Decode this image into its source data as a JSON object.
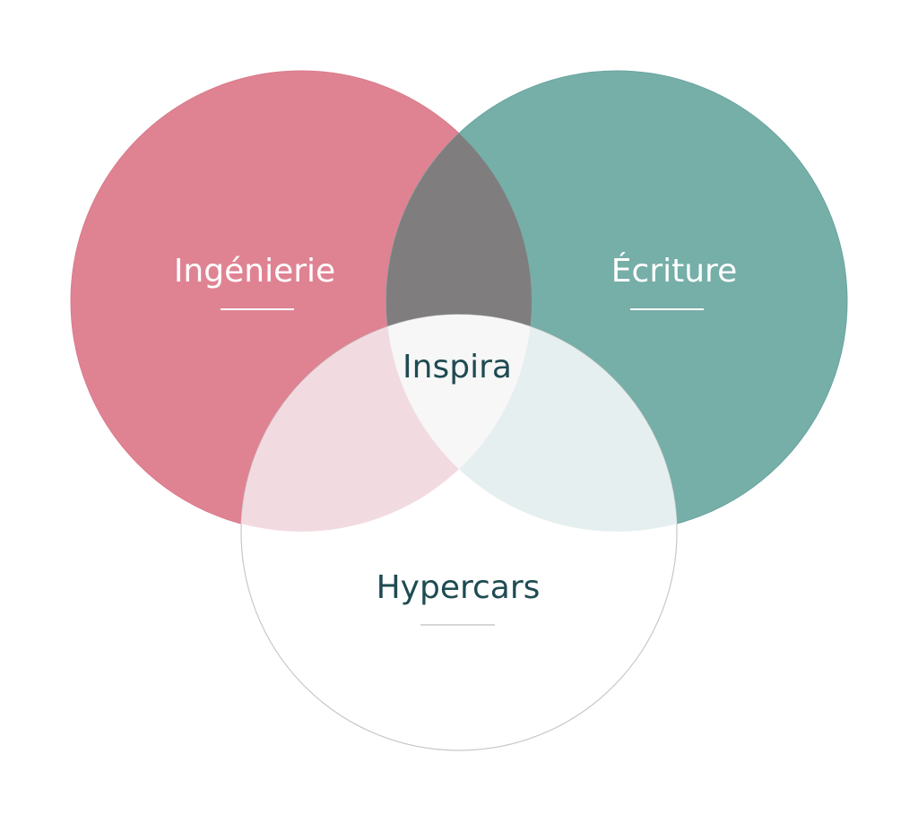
{
  "diagram": {
    "sets": [
      {
        "id": "engineering",
        "label": "Ingénierie",
        "color": "#df8393"
      },
      {
        "id": "writing",
        "label": "Écriture",
        "color": "#76aea8"
      },
      {
        "id": "hypercars",
        "label": "Hypercars",
        "color": "#ffffff"
      }
    ],
    "intersection_label": "Inspira",
    "colors": {
      "engineering_writing_overlap": "#7f7d7d",
      "engineering_hypercars_overlap": "#f2dbe0",
      "writing_hypercars_overlap": "#e6efef",
      "center_overlap": "#f6f7f6",
      "label_light": "#ffffff",
      "label_dark": "#1f4b52",
      "outline": "#c8c8c8"
    }
  }
}
